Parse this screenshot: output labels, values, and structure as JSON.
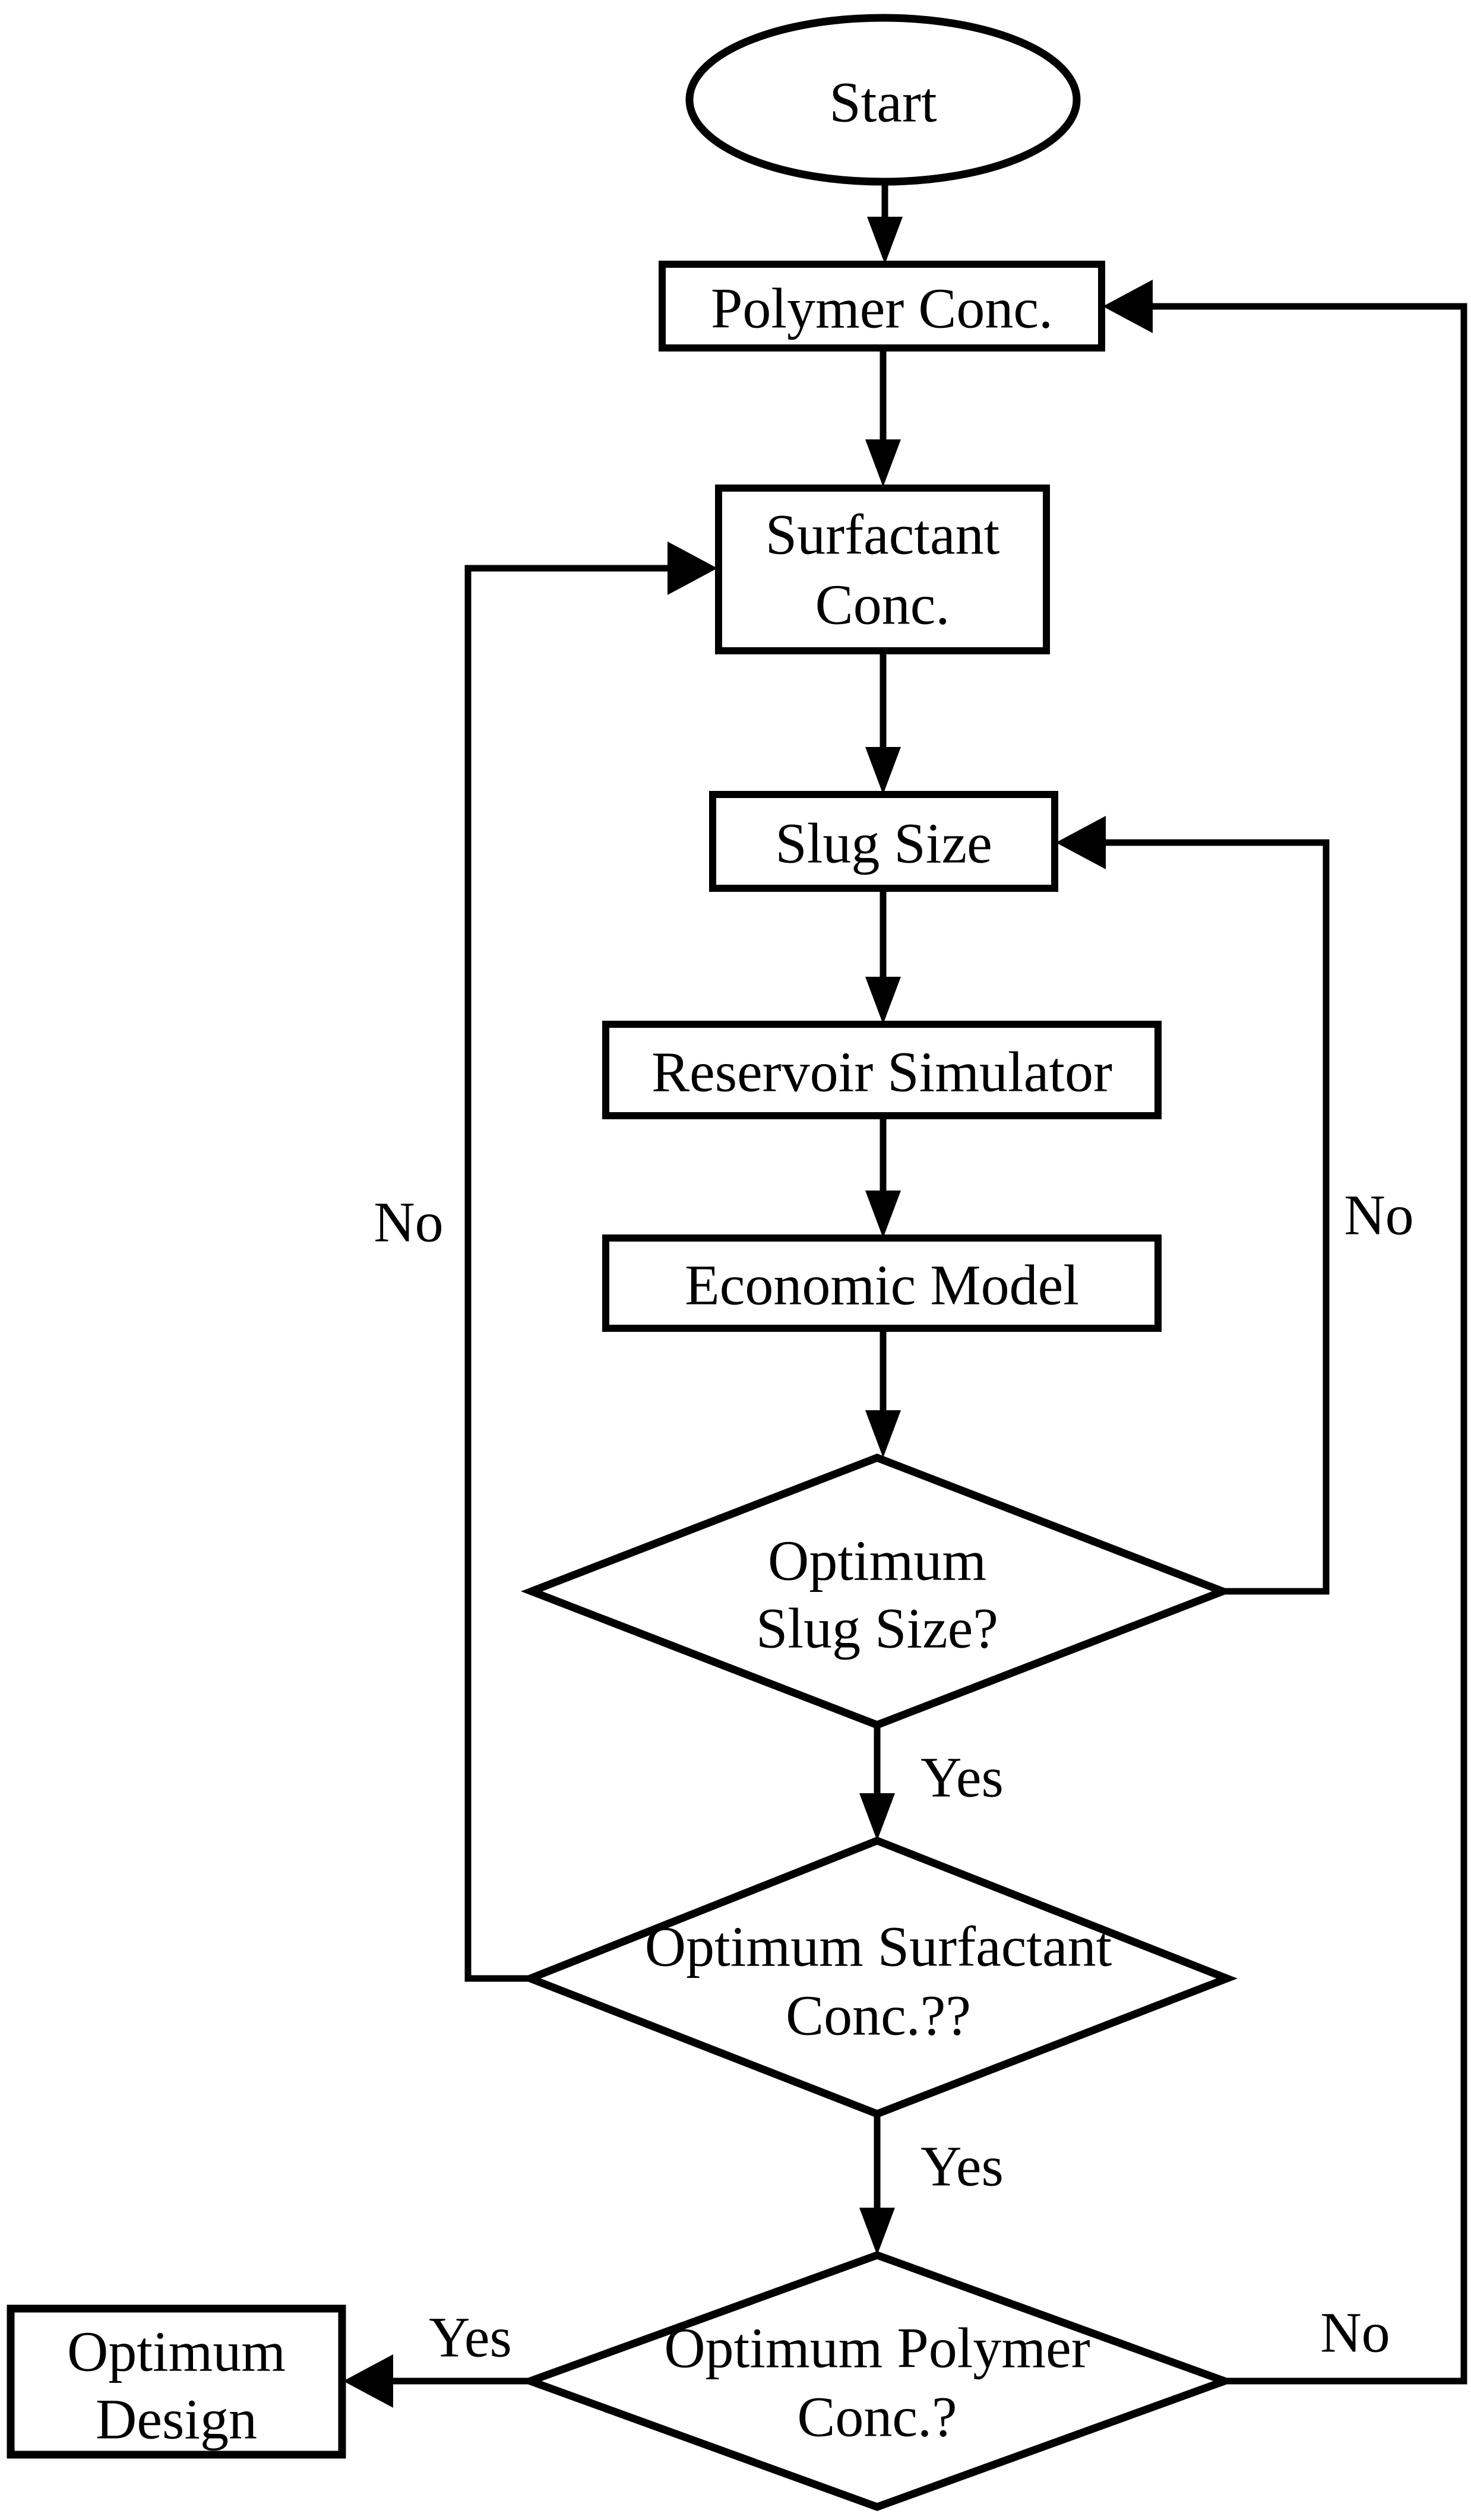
{
  "diagram": {
    "type": "flowchart",
    "title": "Chemical flooding optimum design loop flowchart"
  },
  "nodes": {
    "start": {
      "label": "Start"
    },
    "polymer": {
      "label": "Polymer Conc."
    },
    "surfactant": {
      "line1": "Surfactant",
      "line2": "Conc."
    },
    "slug": {
      "label": "Slug Size"
    },
    "simulator": {
      "label": "Reservoir Simulator"
    },
    "economic": {
      "label": "Economic Model"
    },
    "decision_slug": {
      "line1": "Optimum",
      "line2": "Slug Size?"
    },
    "decision_surf": {
      "line1": "Optimum Surfactant",
      "line2": "Conc.??"
    },
    "decision_poly": {
      "line1": "Optimum Polymer",
      "line2": "Conc.?"
    },
    "design": {
      "line1": "Optimum",
      "line2": "Design"
    }
  },
  "edge_labels": {
    "yes_after_slug_decision": "Yes",
    "yes_after_surf_decision": "Yes",
    "yes_to_design": "Yes",
    "no_to_slug_size": "No",
    "no_to_surfactant": "No",
    "no_to_polymer": "No"
  },
  "colors": {
    "ink": "#000000",
    "background": "#ffffff"
  }
}
